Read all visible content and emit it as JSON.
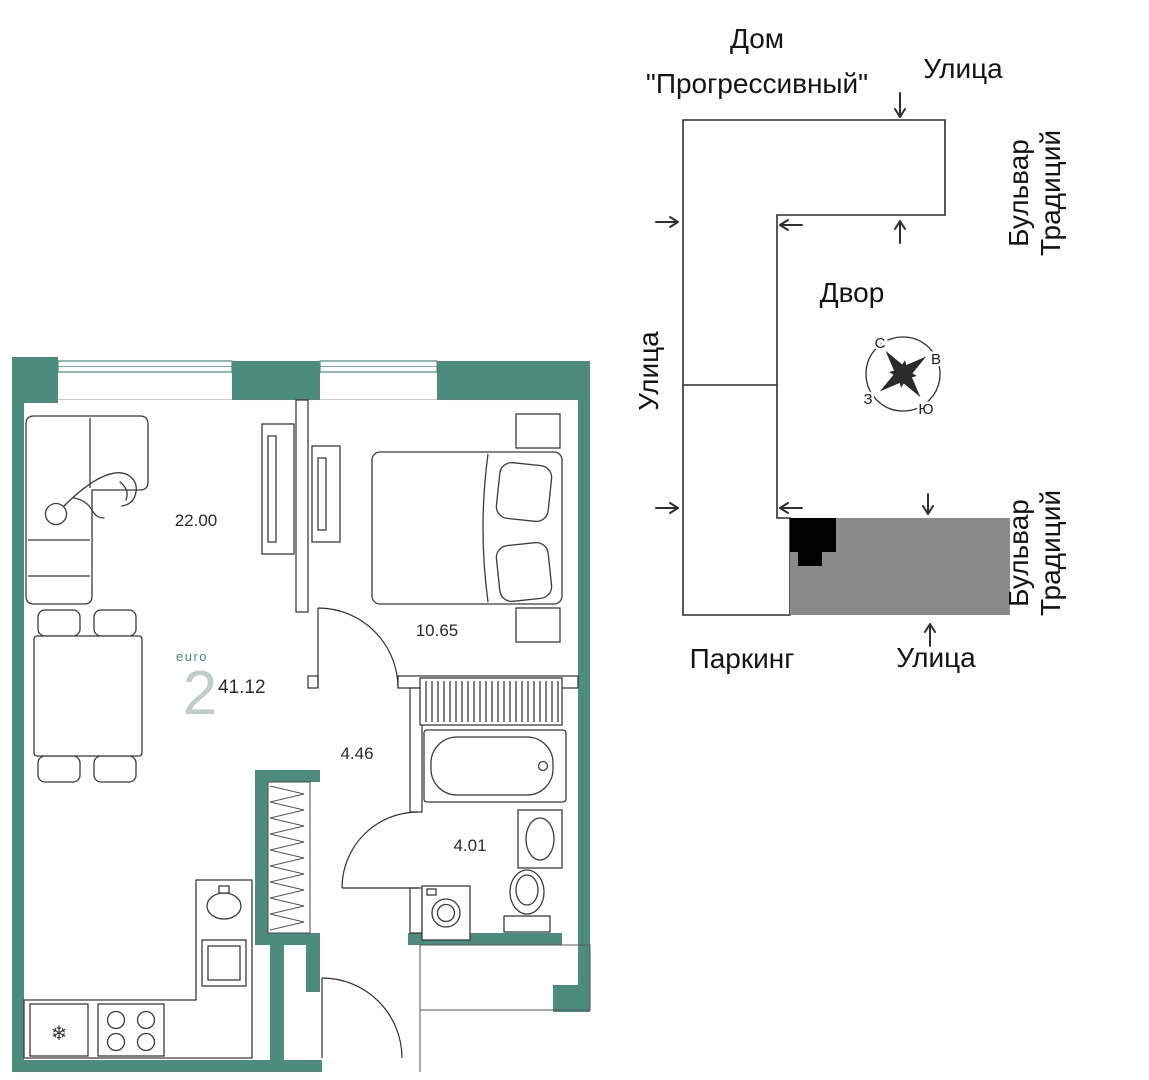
{
  "floor_plan": {
    "euro_label": "euro",
    "rooms_count": "2",
    "total_area": "41.12",
    "room_areas": {
      "living": "22.00",
      "bedroom": "10.65",
      "hallway": "4.46",
      "bathroom": "4.01"
    },
    "fridge_icon": "❄"
  },
  "site_map": {
    "house_line1": "Дом",
    "house_line2": "\"Прогрессивный\"",
    "street_top": "Улица",
    "street_left": "Улица",
    "street_bottom": "Улица",
    "boulevard_line1": "Бульвар",
    "boulevard_line2": "Традиций",
    "yard": "Двор",
    "parking": "Паркинг",
    "compass": {
      "north": "С",
      "east": "В",
      "south": "Ю",
      "west": "З"
    }
  },
  "colors": {
    "wall_teal": "#4d8c7d",
    "window_teal": "#4d8c7d",
    "parking_gray": "#8a8a8a",
    "marker_black": "#000000",
    "accent": "#4d8c7d",
    "count_gray": "#c2cbc8"
  }
}
